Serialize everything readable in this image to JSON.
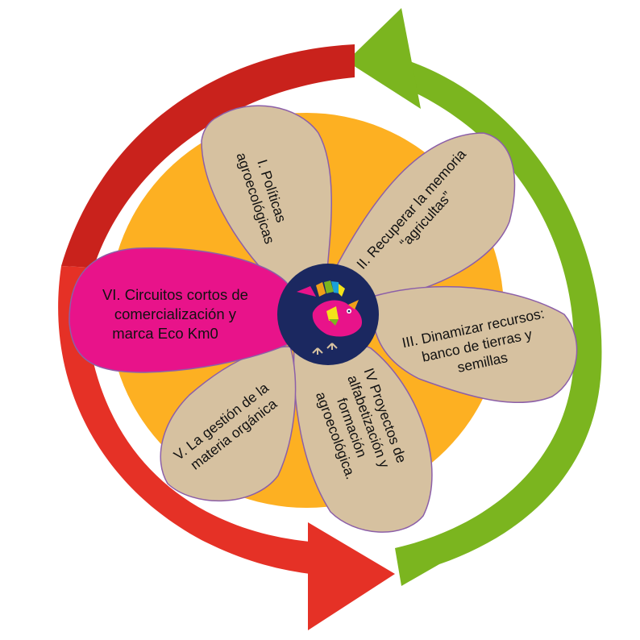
{
  "colors": {
    "background": "#ffffff",
    "sun": "#FDB022",
    "petal": "#D6C1A0",
    "petal_border": "#8C5FA8",
    "petal_highlight": "#E8138A",
    "center": "#1B2860",
    "arrow_red": "#E53126",
    "arrow_dark_red": "#C9221C",
    "arrow_green": "#7BB51F",
    "arrow_dark_green": "#5E9416"
  },
  "icons": {
    "center_logo": "colorful-bird-logo-icon",
    "cycle": "circular-arrows-icon"
  },
  "petals": [
    {
      "id": "I",
      "lines": [
        "I. Políticas",
        "agroecológicas"
      ]
    },
    {
      "id": "II",
      "lines": [
        "II. Recuperar la memoria",
        "“agricultas”"
      ]
    },
    {
      "id": "III",
      "lines": [
        "III. Dinamizar recursos:",
        "banco de tierras y",
        "semillas"
      ]
    },
    {
      "id": "IV",
      "lines": [
        "IV Proyectos de",
        "alfabetización y",
        "formación",
        "agroecológica."
      ]
    },
    {
      "id": "V",
      "lines": [
        "V. La gestión de la",
        "materia orgánica"
      ]
    },
    {
      "id": "VI",
      "lines": [
        "VI. Circuitos cortos de",
        "comercialización y",
        "marca Eco Km0"
      ],
      "highlighted": true
    }
  ]
}
